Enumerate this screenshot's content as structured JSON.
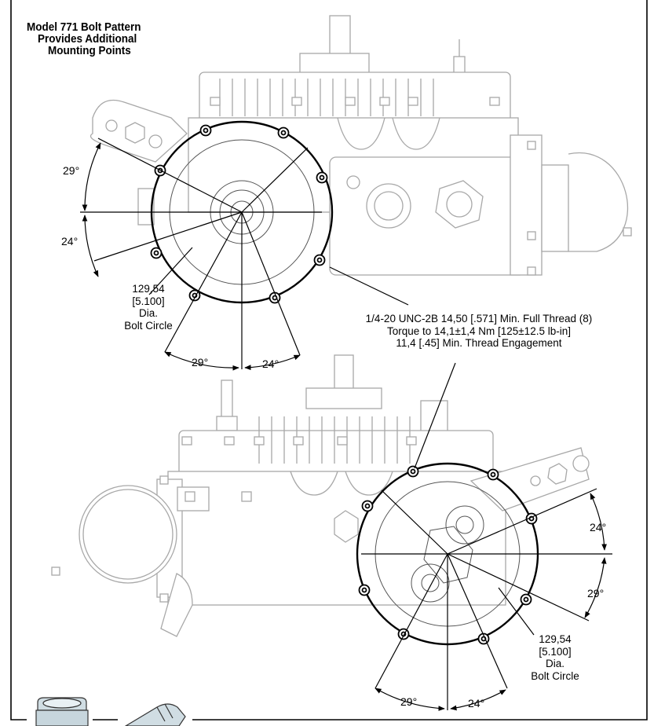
{
  "title_lines": [
    "Model 771 Bolt Pattern",
    "Provides Additional",
    "Mounting Points"
  ],
  "callout_lines": [
    "1/4-20 UNC-2B 14,50 [.571] Min. Full Thread (8)",
    "Torque to 14,1±1,4 Nm [125±12.5 lb-in]",
    "11,4 [.45] Min. Thread Engagement"
  ],
  "top_view": {
    "bolt_circle": [
      "129,54",
      "[5.100]",
      "Dia.",
      "Bolt Circle"
    ],
    "angles": {
      "left_upper": "29°",
      "left_lower": "24°",
      "bottom_left": "29°",
      "bottom_right": "24°"
    }
  },
  "bottom_view": {
    "bolt_circle": [
      "129,54",
      "[5.100]",
      "Dia.",
      "Bolt Circle"
    ],
    "angles": {
      "right_upper": "24°",
      "right_lower": "29°",
      "bottom_left": "29°",
      "bottom_right": "24°"
    }
  }
}
